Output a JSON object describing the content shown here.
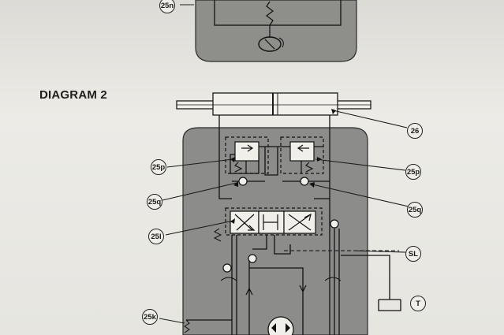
{
  "title": "DIAGRAM 2",
  "callouts": {
    "c25n": "25n",
    "c26": "26",
    "c25p_left": "25p",
    "c25p_right": "25p",
    "c25q_left": "25q",
    "c25q_right": "25q",
    "c25l": "25l",
    "cSL": "SL",
    "c25k": "25k",
    "cT": "T"
  },
  "colors": {
    "paper": "#e9e8e3",
    "block_fill": "#8c8c8a",
    "line": "#1b1b1b"
  }
}
